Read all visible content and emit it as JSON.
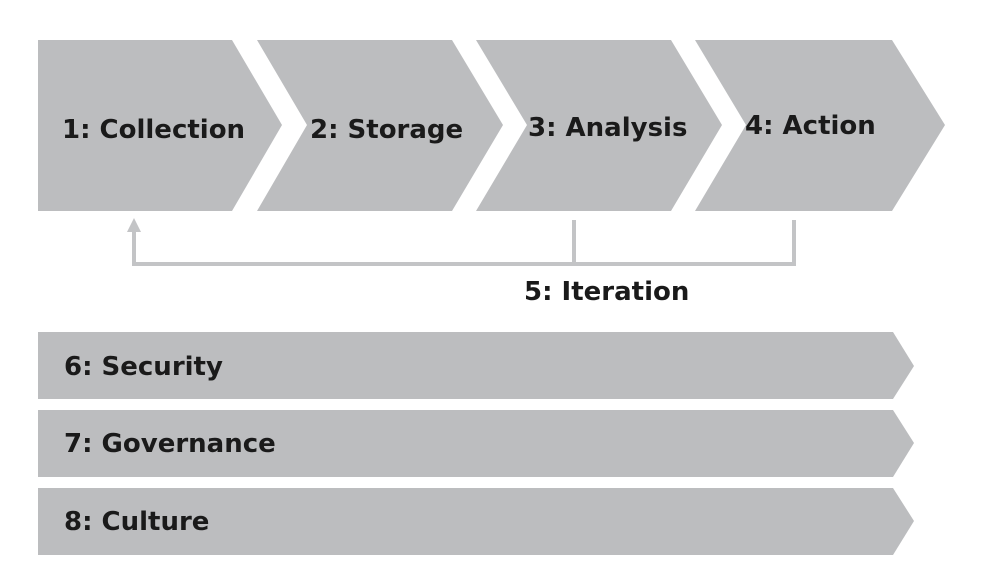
{
  "stages": [
    {
      "label": "1: Collection"
    },
    {
      "label": "2: Storage"
    },
    {
      "label": "3: Analysis"
    },
    {
      "label": "4: Action"
    }
  ],
  "iteration": {
    "label": "5: Iteration"
  },
  "bands": [
    {
      "label": "6: Security"
    },
    {
      "label": "7: Governance"
    },
    {
      "label": "8: Culture"
    }
  ],
  "colors": {
    "shape_fill": "#bcbdbf",
    "connector": "#c3c4c6",
    "text": "#1a1a1a"
  }
}
